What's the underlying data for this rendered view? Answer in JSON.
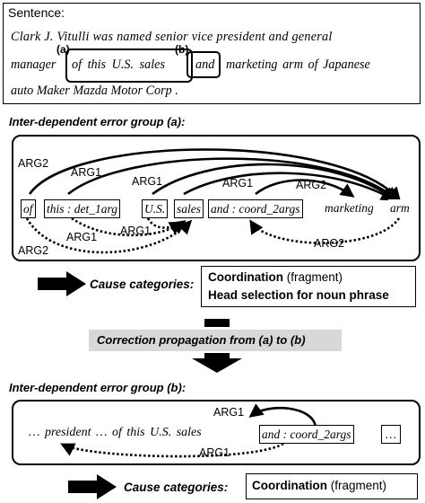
{
  "sentence": {
    "label": "Sentence:",
    "line1": "Clark J. Vitulli was named senior vice president and general",
    "line2a": "manager",
    "line2b": "of this U.S. sales",
    "line2c": "and",
    "line2d": "marketing arm of Japanese",
    "line3": "auto Maker Mazda Motor Corp .",
    "mark_a": "(a)",
    "mark_b": "(b)"
  },
  "group_a": {
    "heading": "Inter-dependent error group (a):",
    "words": [
      "of",
      "this : det_1arg",
      "U.S.",
      "sales",
      "and : coord_2args",
      "marketing",
      "arm"
    ],
    "arc_labels": [
      "ARG2",
      "ARG1",
      "ARG1",
      "ARG1",
      "ARG2",
      "ARG1",
      "ARG1",
      "ARG2",
      "ARG2"
    ]
  },
  "cause_a": {
    "label": "Cause categories:",
    "line1_bold": "Coordination",
    "line1_rest": "(fragment)",
    "line2": "Head selection for noun phrase"
  },
  "propagation": {
    "label": "Correction propagation from (a) to (b)"
  },
  "group_b": {
    "heading": "Inter-dependent error group (b):",
    "text": "… president … of this U.S. sales",
    "word_and": "and : coord_2args",
    "dots": "…",
    "arc_labels": [
      "ARG1",
      "ARG1"
    ]
  },
  "cause_b": {
    "label": "Cause categories:",
    "line1_bold": "Coordination",
    "line1_rest": "(fragment)"
  }
}
